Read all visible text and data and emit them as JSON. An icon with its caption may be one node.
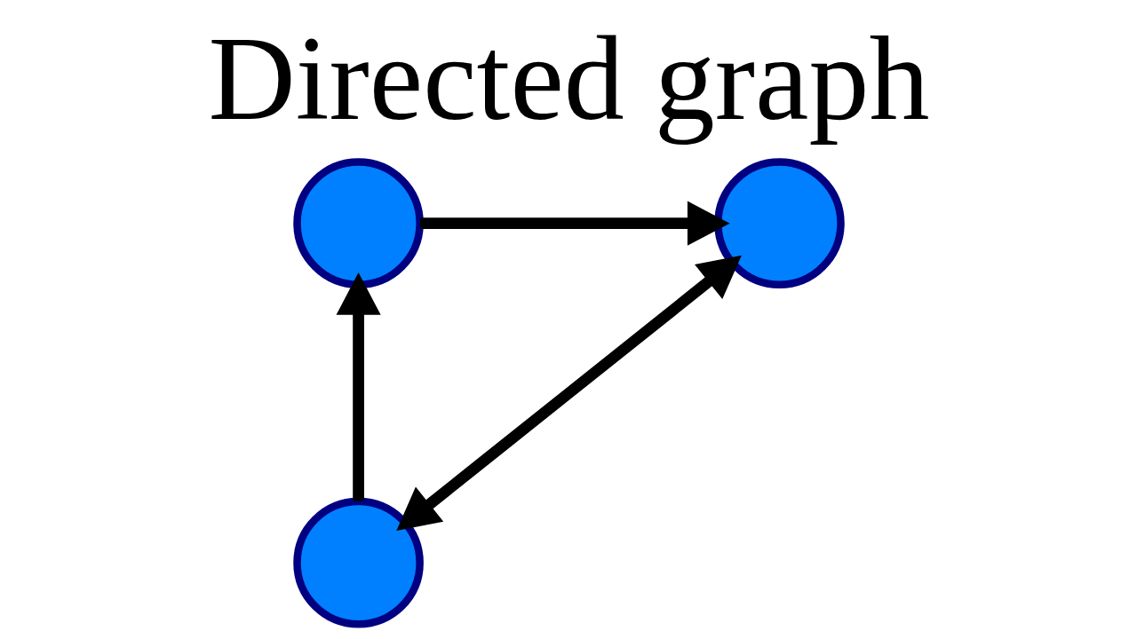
{
  "diagram": {
    "title": "Directed graph",
    "nodes": [
      {
        "text": [],
        "shape": "circle"
      },
      {
        "text": [],
        "shape": "circle"
      },
      {
        "text": [],
        "shape": "circle"
      }
    ],
    "edges": [
      {
        "from": 0,
        "to": 1,
        "arrow": "to"
      },
      {
        "from": 2,
        "to": 0,
        "arrow": "to"
      },
      {
        "from": 1,
        "to": 2,
        "arrow": "both"
      }
    ]
  }
}
